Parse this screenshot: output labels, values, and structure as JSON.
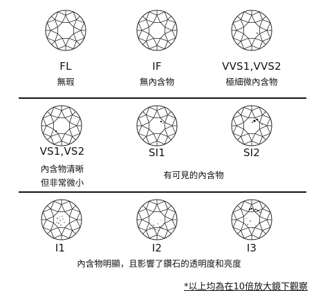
{
  "rows": [
    {
      "items": [
        {
          "code": "FL",
          "desc": "無瑕",
          "inclusion": "none"
        },
        {
          "code": "IF",
          "desc": "無內含物",
          "inclusion": "none"
        },
        {
          "code": "VVS1,VVS2",
          "desc": "極細微內含物",
          "inclusion": "vvs"
        }
      ]
    },
    {
      "items": [
        {
          "code": "VS1,VS2",
          "desc_line1": "內含物清晰",
          "desc_line2": "但非常微小",
          "inclusion": "vs"
        },
        {
          "code": "SI1",
          "inclusion": "si1"
        },
        {
          "code": "SI2",
          "inclusion": "si2"
        }
      ],
      "shared_desc": "有可見的內含物"
    },
    {
      "items": [
        {
          "code": "I1",
          "inclusion": "i1"
        },
        {
          "code": "I2",
          "inclusion": "i2"
        },
        {
          "code": "I3",
          "inclusion": "i3"
        }
      ],
      "shared_desc": "內含物明顯，且影響了鑽石的透明度和亮度"
    }
  ],
  "footnote": "*以上均為在10倍放大鏡下觀察"
}
